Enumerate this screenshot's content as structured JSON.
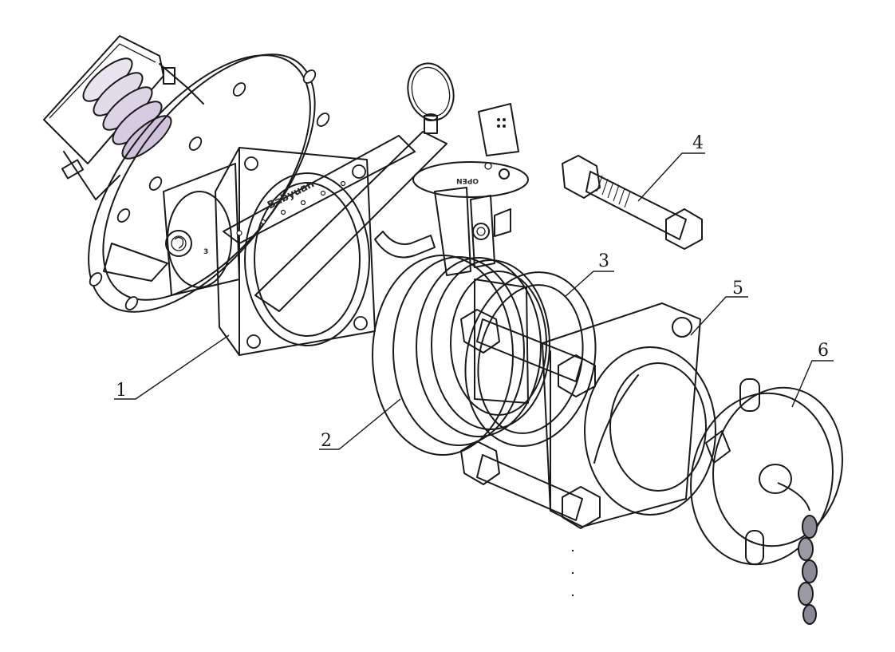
{
  "colors": {
    "metal_light": "#f2f0f5",
    "metal_mid": "#d8cfe0",
    "metal_shadow": "#b9aac7",
    "outline": "#1a1a1a",
    "chain": "#8a8a96"
  },
  "callouts": [
    {
      "id": "1",
      "label": "1"
    },
    {
      "id": "2",
      "label": "2"
    },
    {
      "id": "3",
      "label": "3"
    },
    {
      "id": "4",
      "label": "4"
    },
    {
      "id": "5",
      "label": "5"
    },
    {
      "id": "6",
      "label": "6"
    }
  ],
  "markings": {
    "handle_brand": "Babyuan",
    "disc_text": "OPEN",
    "body_suffix": "3"
  }
}
